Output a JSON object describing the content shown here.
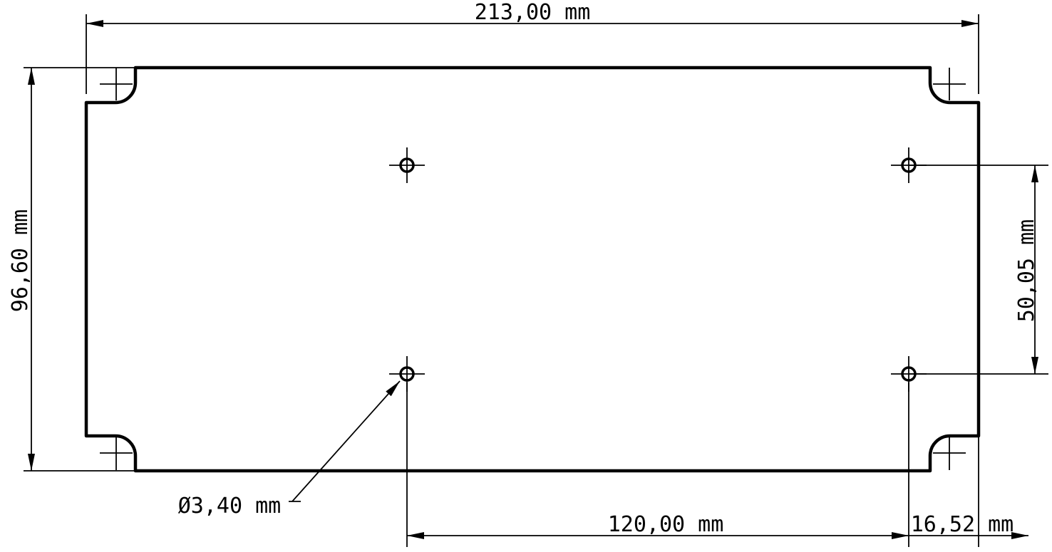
{
  "drawing": {
    "dimensions": {
      "overall_width": "213,00 mm",
      "overall_height": "96,60 mm",
      "hole_vertical_spacing": "50,05 mm",
      "hole_horizontal_spacing": "120,00 mm",
      "hole_edge_offset": "16,52 mm",
      "hole_diameter": "Ø3,40 mm"
    }
  }
}
